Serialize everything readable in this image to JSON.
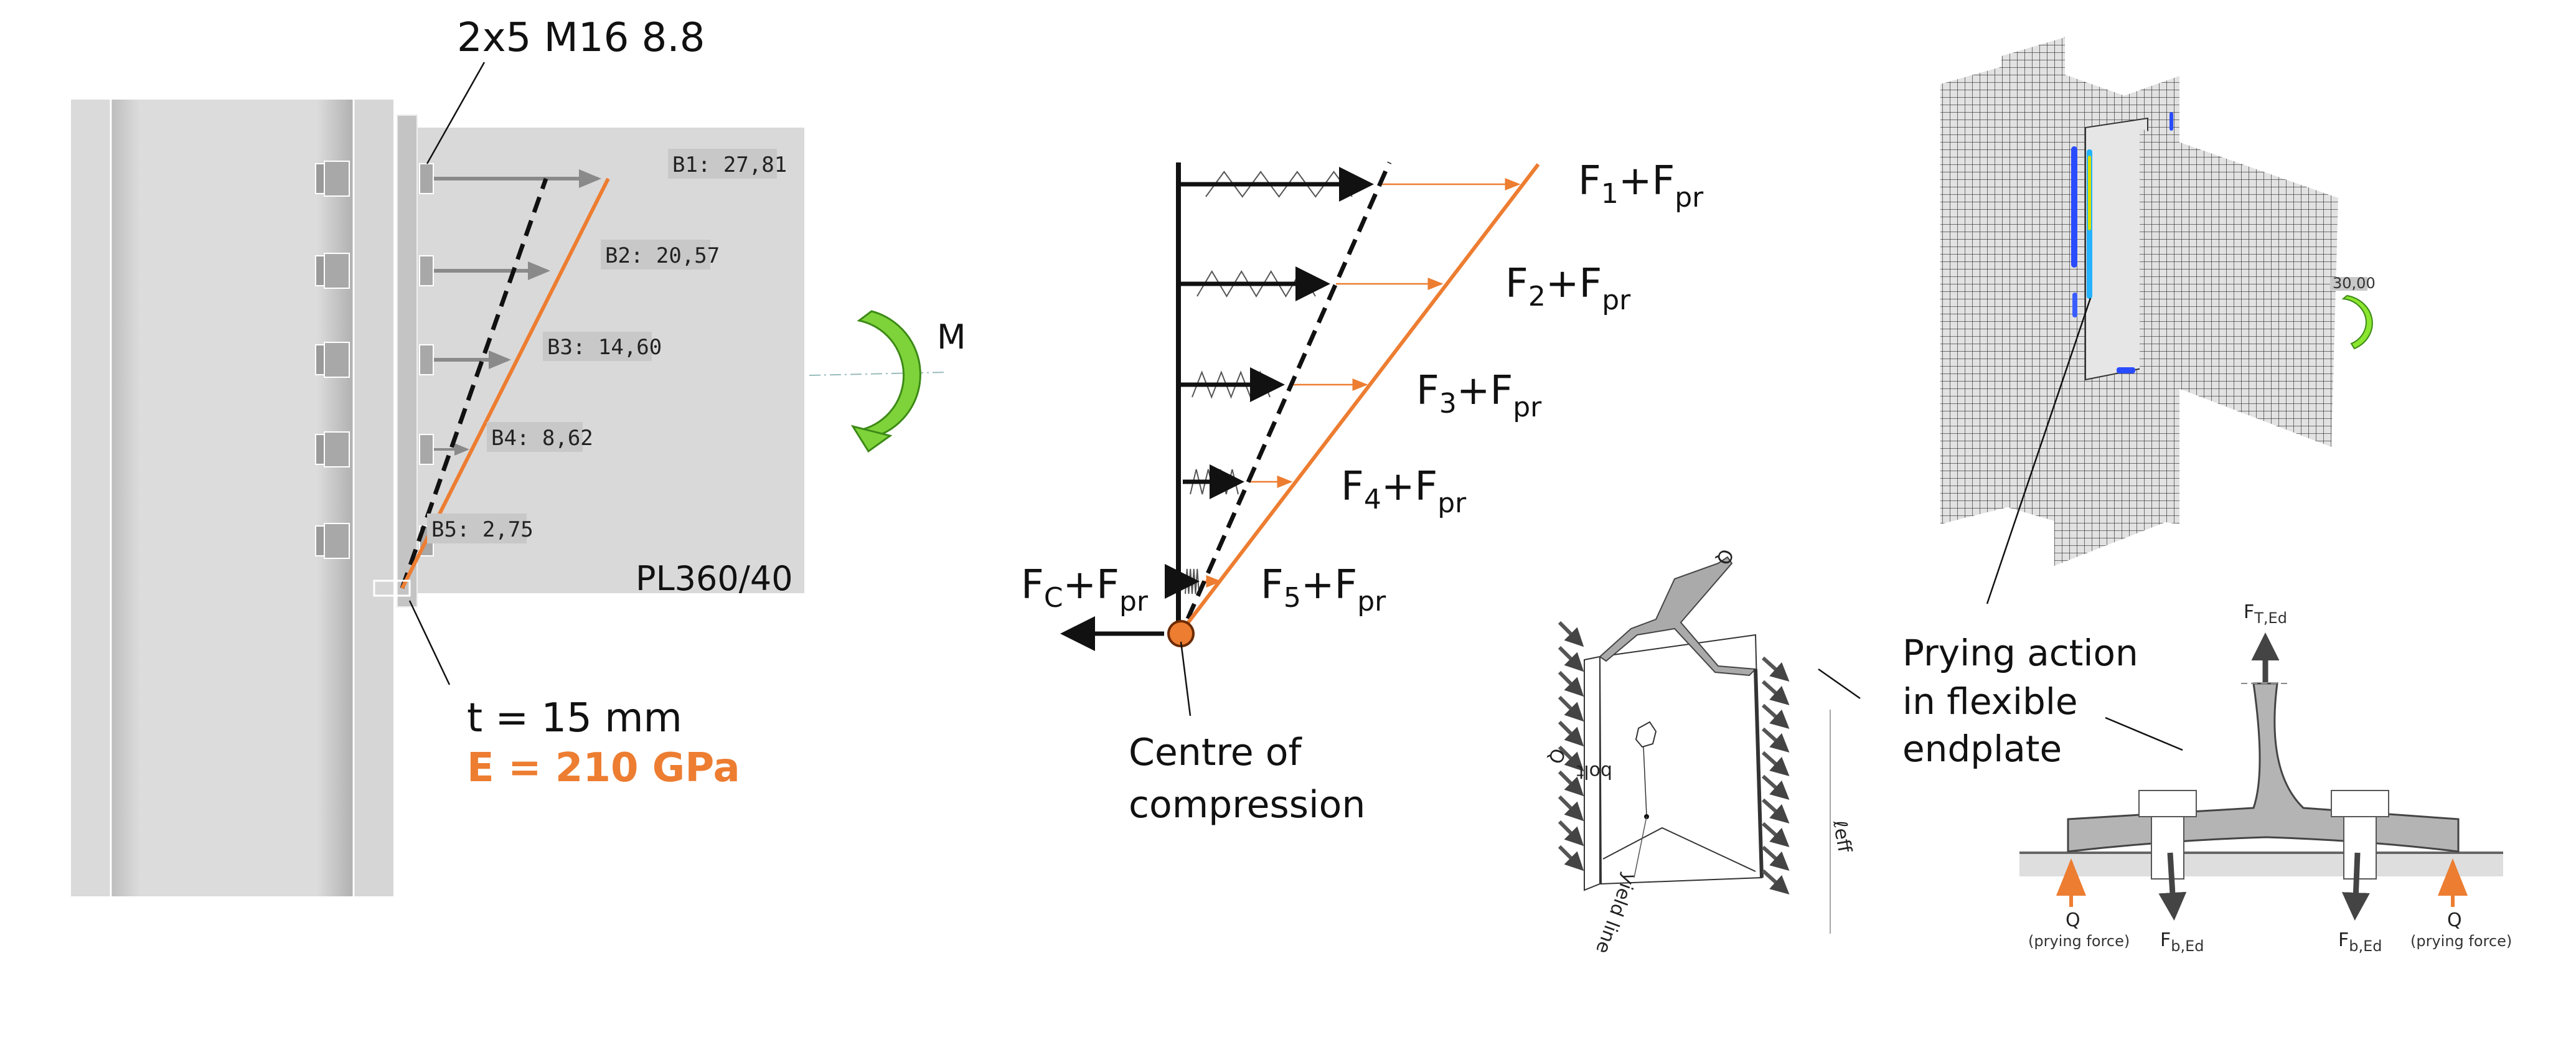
{
  "colors": {
    "accent": "#ED7D31",
    "steel": "#d9d9d9",
    "moment_green": "#8AE62E",
    "ink": "#111111"
  },
  "left_figure": {
    "bolt_spec": "2x5 M16 8.8",
    "bolt_forces": [
      "B1: 27,81",
      "B2: 20,57",
      "B3: 14,60",
      "B4: 8,62",
      "B5: 2,75"
    ],
    "plate_label": "PL360/40",
    "thickness": "t = 15 mm",
    "modulus": "E = 210 GPa",
    "moment_label": "M"
  },
  "middle_figure": {
    "rows": [
      {
        "F": "F",
        "i": "1",
        "plus": "+",
        "Fpr": "F",
        "pr": "pr"
      },
      {
        "F": "F",
        "i": "2",
        "plus": "+",
        "Fpr": "F",
        "pr": "pr"
      },
      {
        "F": "F",
        "i": "3",
        "plus": "+",
        "Fpr": "F",
        "pr": "pr"
      },
      {
        "F": "F",
        "i": "4",
        "plus": "+",
        "Fpr": "F",
        "pr": "pr"
      },
      {
        "F": "F",
        "i": "5",
        "plus": "+",
        "Fpr": "F",
        "pr": "pr"
      }
    ],
    "compression": {
      "F": "F",
      "i": "C",
      "plus": "+",
      "Fpr": "F",
      "pr": "pr"
    },
    "centre_line1": "Centre of",
    "centre_line2": "compression"
  },
  "right_figure": {
    "fe_moment_value": "30,00",
    "prying_line1": "Prying action",
    "prying_line2": "in flexible",
    "prying_line3": "endplate",
    "tstub": {
      "FT": "F",
      "FT_sub": "T,Ed",
      "Fb": "F",
      "Fb_sub": "b,Ed",
      "Q": "Q",
      "prying_note": "(prying force)",
      "iso_q": "Q",
      "iso_bolt": "bolt",
      "iso_yield": "yield line",
      "iso_leff": "ℓeff"
    }
  }
}
